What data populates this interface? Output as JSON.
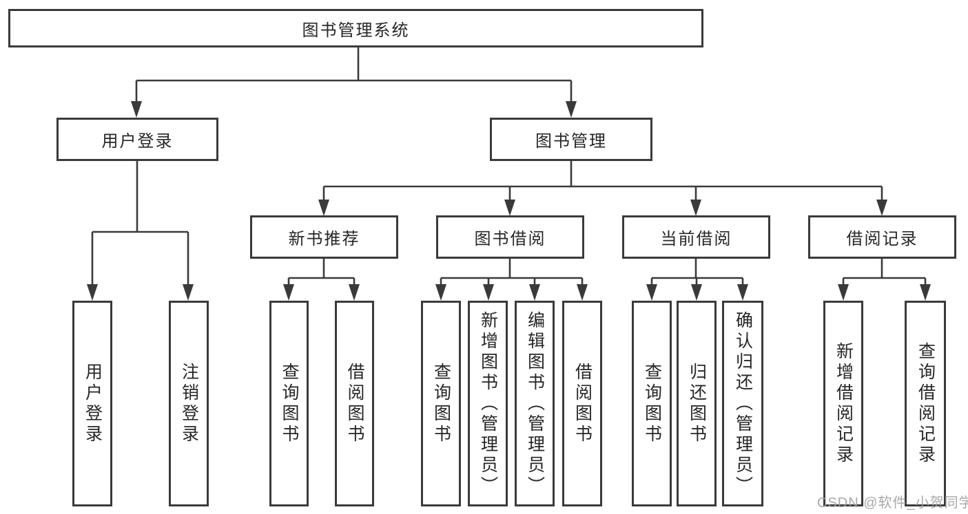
{
  "diagram_title": "图书管理系统",
  "tree": {
    "root": {
      "label": "图书管理系统"
    },
    "branches": [
      {
        "label": "用户登录",
        "children": [
          {
            "label": "用户登录"
          },
          {
            "label": "注销登录"
          }
        ]
      },
      {
        "label": "图书管理",
        "children": [
          {
            "label": "新书推荐",
            "children": [
              {
                "label": "查询图书"
              },
              {
                "label": "借阅图书"
              }
            ]
          },
          {
            "label": "图书借阅",
            "children": [
              {
                "label": "查询图书"
              },
              {
                "label": "新增图书（管理员）"
              },
              {
                "label": "编辑图书（管理员）"
              },
              {
                "label": "借阅图书"
              }
            ]
          },
          {
            "label": "当前借阅",
            "children": [
              {
                "label": "查询图书"
              },
              {
                "label": "归还图书"
              },
              {
                "label": "确认归还（管理员）"
              }
            ]
          },
          {
            "label": "借阅记录",
            "children": [
              {
                "label": "新增借阅记录"
              },
              {
                "label": "查询借阅记录"
              }
            ]
          }
        ]
      }
    ]
  },
  "watermark": {
    "text": "CSDN @软件_小贺同学"
  },
  "colors": {
    "line": "#3a3a3a",
    "box_border": "#3a3a3a",
    "box_background": "#ffffff",
    "box_text": "#262626",
    "watermark_text": "#9e9e9e"
  }
}
